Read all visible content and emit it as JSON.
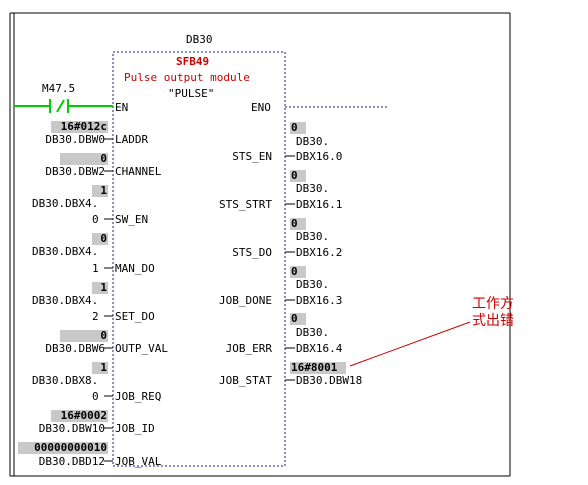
{
  "block": {
    "db_name": "DB30",
    "fb_name": "SFB49",
    "description": "Pulse output module",
    "family_name": "\"PULSE\"",
    "en_label": "EN",
    "eno_label": "ENO"
  },
  "contact": {
    "address": "M47.5"
  },
  "inputs": [
    {
      "pin": "LADDR",
      "value": "16#012c",
      "addr": "DB30.DBW0"
    },
    {
      "pin": "CHANNEL",
      "value": "0",
      "addr": "DB30.DBW2"
    },
    {
      "pin": "SW_EN",
      "value": "1",
      "addr": "DB30.DBX4.",
      "bit": "0"
    },
    {
      "pin": "MAN_DO",
      "value": "0",
      "addr": "DB30.DBX4.",
      "bit": "1"
    },
    {
      "pin": "SET_DO",
      "value": "1",
      "addr": "DB30.DBX4.",
      "bit": "2"
    },
    {
      "pin": "OUTP_VAL",
      "value": "0",
      "addr": "DB30.DBW6"
    },
    {
      "pin": "JOB_REQ",
      "value": "1",
      "addr": "DB30.DBX8.",
      "bit": "0"
    },
    {
      "pin": "JOB_ID",
      "value": "16#0002",
      "addr": "DB30.DBW10"
    },
    {
      "pin": "JOB_VAL",
      "value": "00000000010",
      "addr": "DB30.DBD12"
    }
  ],
  "outputs": [
    {
      "pin": "STS_EN",
      "value": "0",
      "addr1": "DB30.",
      "addr2": "DBX16.0"
    },
    {
      "pin": "STS_STRT",
      "value": "0",
      "addr1": "DB30.",
      "addr2": "DBX16.1"
    },
    {
      "pin": "STS_DO",
      "value": "0",
      "addr1": "DB30.",
      "addr2": "DBX16.2"
    },
    {
      "pin": "JOB_DONE",
      "value": "0",
      "addr1": "DB30.",
      "addr2": "DBX16.3"
    },
    {
      "pin": "JOB_ERR",
      "value": "0",
      "addr1": "DB30.",
      "addr2": "DBX16.4"
    },
    {
      "pin": "JOB_STAT",
      "value": "16#8001",
      "addr1": "",
      "addr2": "DB30.DBW18"
    }
  ],
  "annotation": {
    "line1": "工作方",
    "line2": "式出错",
    "color": "#cc0000"
  },
  "colors": {
    "box_border": "#1a1a8c",
    "power_flow": "#00cc00",
    "value_bg": "#c8c8c8"
  }
}
